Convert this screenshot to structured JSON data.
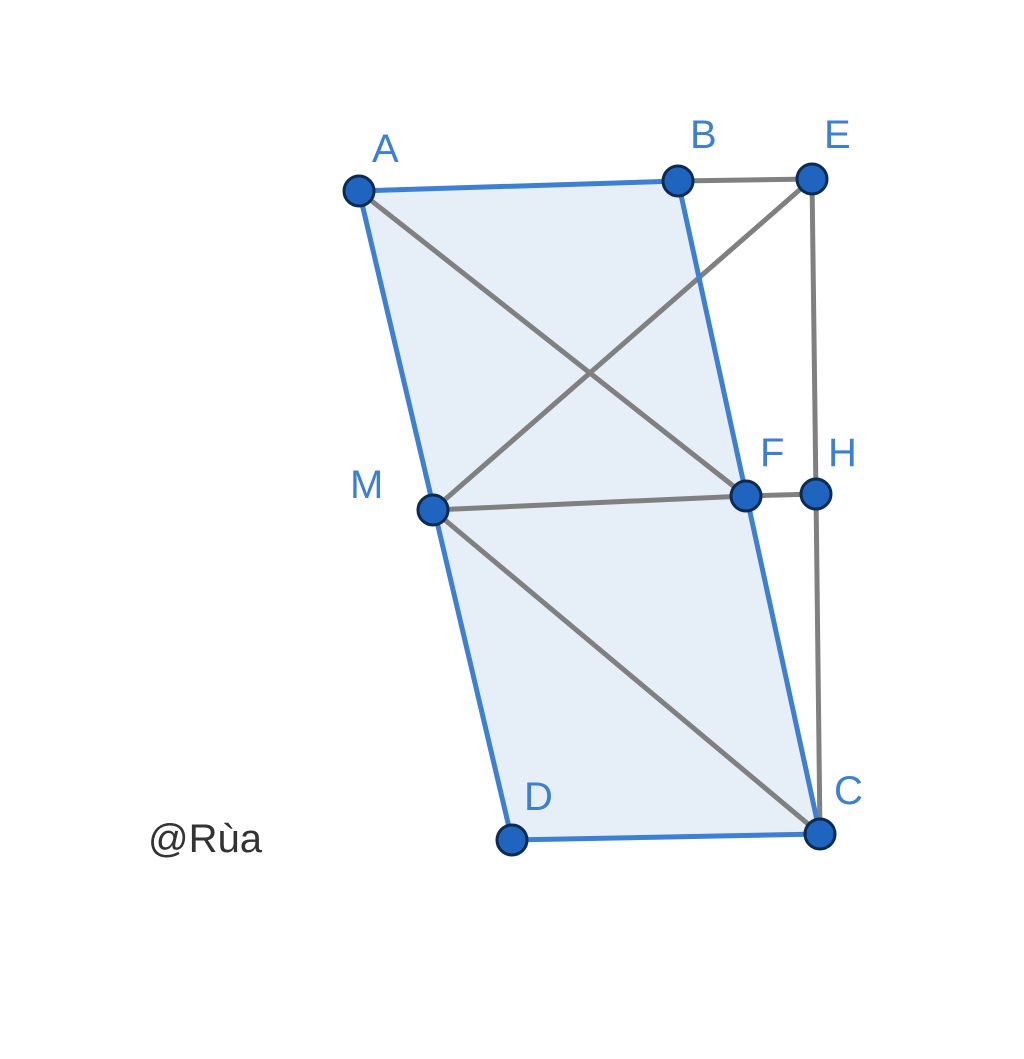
{
  "points": {
    "A": {
      "label": "A"
    },
    "B": {
      "label": "B"
    },
    "E": {
      "label": "E"
    },
    "M": {
      "label": "M"
    },
    "F": {
      "label": "F"
    },
    "H": {
      "label": "H"
    },
    "D": {
      "label": "D"
    },
    "C": {
      "label": "C"
    }
  },
  "polygon": [
    "A",
    "B",
    "C",
    "D"
  ],
  "segments_blue": [
    [
      "A",
      "B"
    ],
    [
      "B",
      "C"
    ],
    [
      "C",
      "D"
    ],
    [
      "D",
      "A"
    ]
  ],
  "segments_gray": [
    [
      "B",
      "E"
    ],
    [
      "E",
      "H"
    ],
    [
      "H",
      "C"
    ],
    [
      "A",
      "F"
    ],
    [
      "M",
      "E"
    ],
    [
      "M",
      "F"
    ],
    [
      "F",
      "H"
    ],
    [
      "M",
      "C"
    ]
  ],
  "watermark": "@Rùa",
  "colors": {
    "fill": "#e6eef8",
    "edge_blue": "#3d7fd3",
    "edge_gray": "#808080",
    "point_fill": "#1f65c0",
    "point_stroke": "#0d2a50",
    "label": "#3d7fd3",
    "watermark": "#333333"
  }
}
